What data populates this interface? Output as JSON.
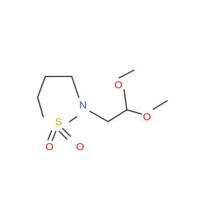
{
  "molecule": {
    "atoms": {
      "n1": {
        "symbol": "N",
        "color": "#3050F8"
      },
      "s1": {
        "symbol": "S",
        "color": "#C8A800"
      },
      "o_s_left": {
        "symbol": "O",
        "color": "#FF0D0D"
      },
      "o_s_right": {
        "symbol": "O",
        "color": "#FF0D0D"
      },
      "o_ome_top": {
        "symbol": "O",
        "color": "#FF0D0D"
      },
      "o_ome_right": {
        "symbol": "O",
        "color": "#FF0D0D"
      }
    },
    "bond_color": "#404040",
    "background": "#ffffff"
  }
}
